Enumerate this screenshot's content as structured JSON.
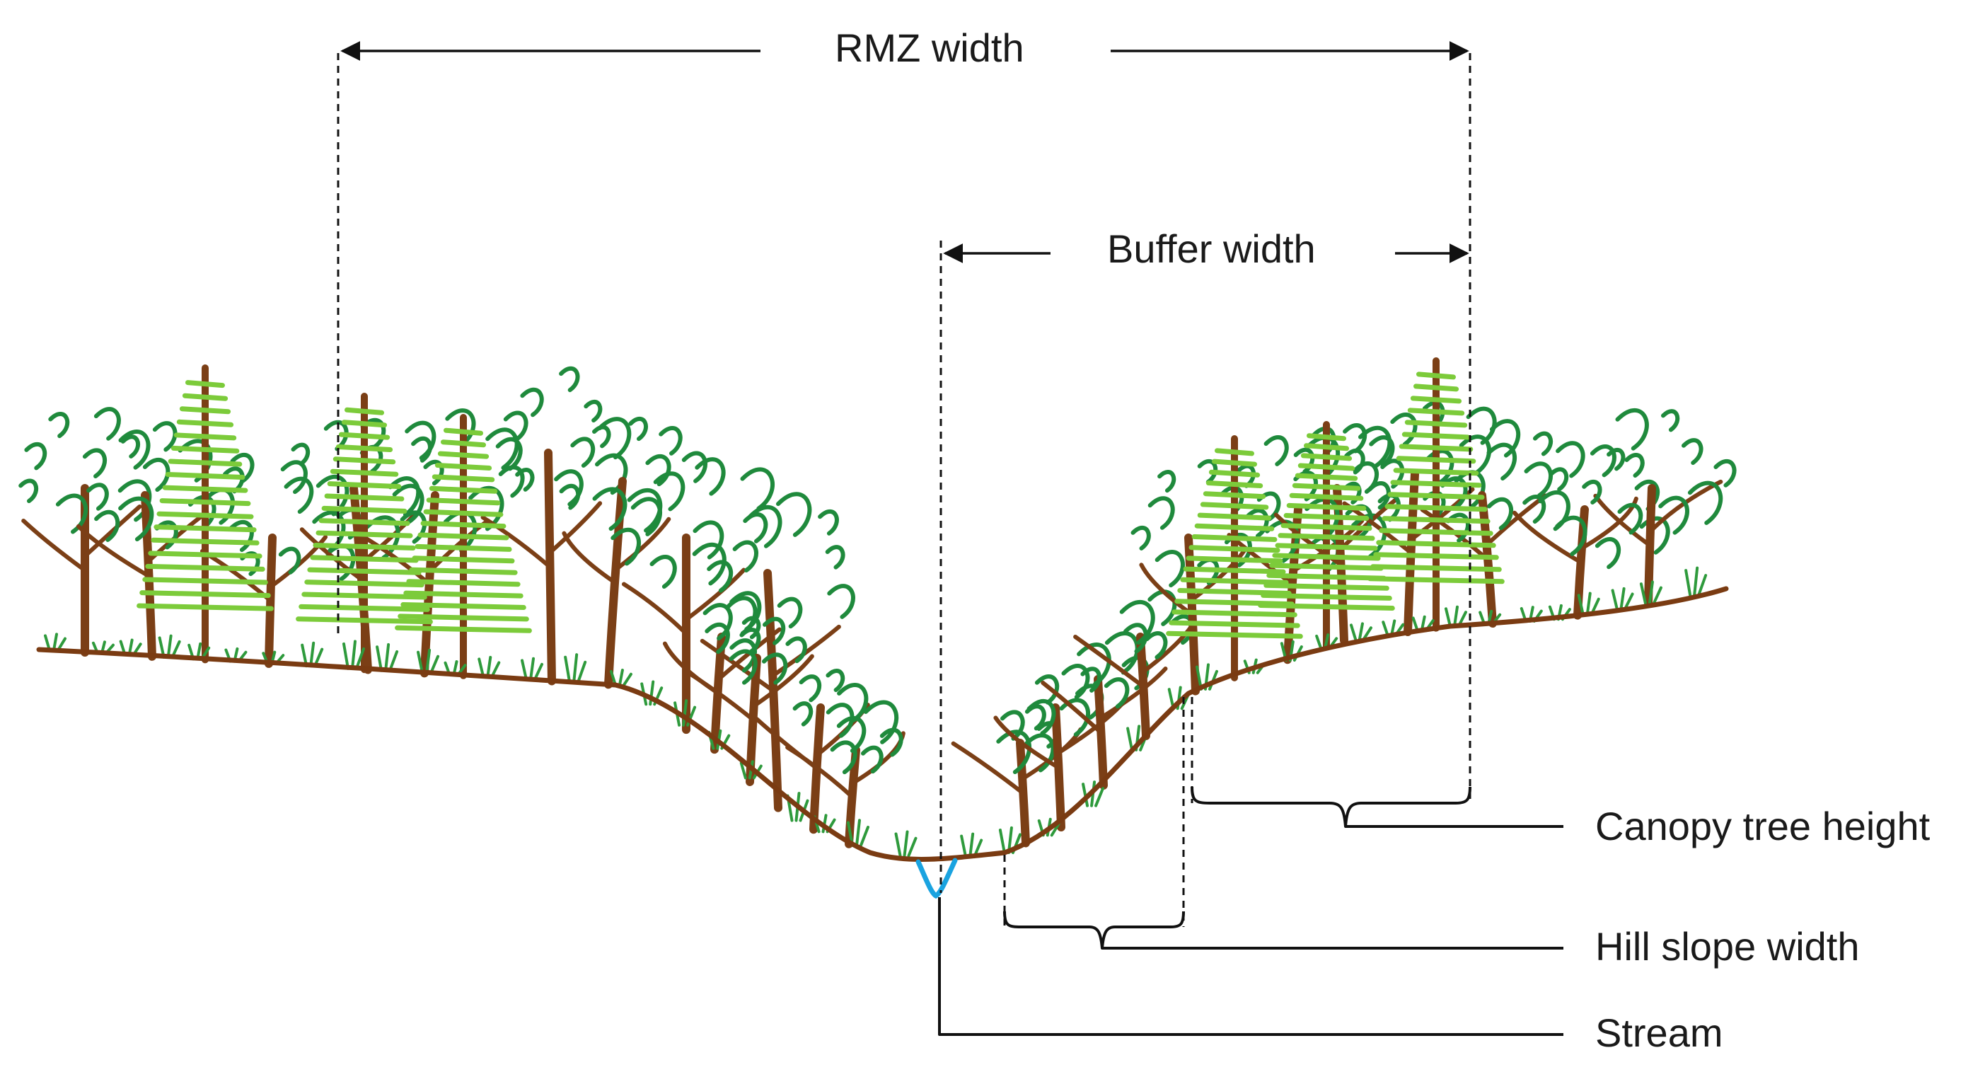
{
  "diagram": {
    "dimensions": {
      "rmz_width": "RMZ width",
      "buffer_width": "Buffer width"
    },
    "legend": {
      "canopy_tree_height": "Canopy tree height",
      "hill_slope_width": "Hill slope width",
      "stream": "Stream"
    }
  },
  "colors": {
    "ground": "#7a3b12",
    "trunk": "#7b3f16",
    "deciduous_foliage": "#1f8a3c",
    "conifer_foliage": "#7ccb3a",
    "grass": "#2e9a3c",
    "stream": "#1aa3e0",
    "lines": "#111111"
  }
}
